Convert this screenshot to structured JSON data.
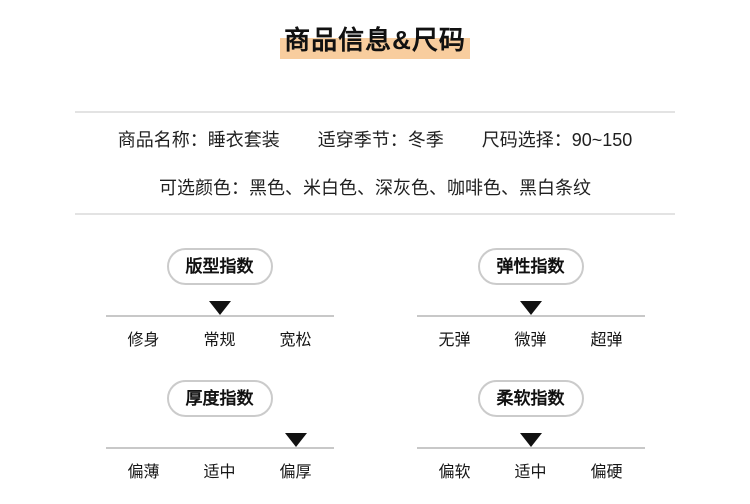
{
  "theme": {
    "highlight_color": "#F8CD9E",
    "divider_color": "#E3E3E3",
    "marker_color": "#111111"
  },
  "header": {
    "title": "商品信息&尺码"
  },
  "product_info": {
    "name": {
      "label": "商品名称：",
      "value": "睡衣套装"
    },
    "season": {
      "label": "适穿季节：",
      "value": "冬季"
    },
    "size": {
      "label": "尺码选择：",
      "value": "90~150"
    },
    "colors": {
      "label": "可选颜色：",
      "value": "黑色、米白色、深灰色、咖啡色、黑白条纹"
    }
  },
  "index_sections": [
    {
      "title": "版型指数",
      "options": [
        "修身",
        "常规",
        "宽松"
      ],
      "active_index": 1
    },
    {
      "title": "弹性指数",
      "options": [
        "无弹",
        "微弹",
        "超弹"
      ],
      "active_index": 1
    },
    {
      "title": "厚度指数",
      "options": [
        "偏薄",
        "适中",
        "偏厚"
      ],
      "active_index": 2
    },
    {
      "title": "柔软指数",
      "options": [
        "偏软",
        "适中",
        "偏硬"
      ],
      "active_index": 1
    }
  ]
}
